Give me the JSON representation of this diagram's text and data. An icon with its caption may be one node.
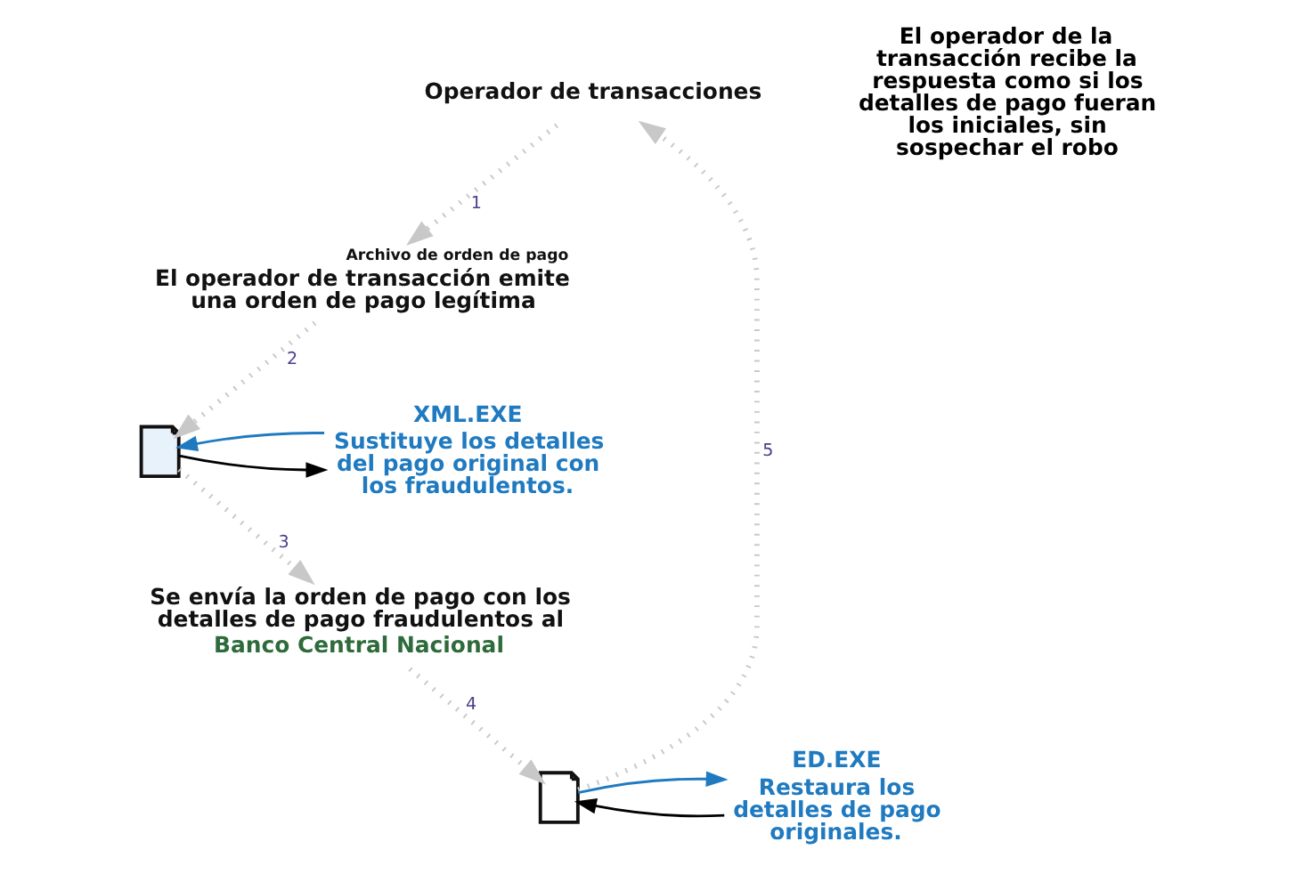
{
  "diagram": {
    "nodes": [
      {
        "text": [
          "Operador de transacciones"
        ]
      },
      {
        "text": [
          "El operador de transacción emite una orden de pago legítima"
        ],
        "beside": [
          "Archivo de orden de pago"
        ]
      },
      {
        "text": [],
        "shape": "document"
      },
      {
        "text": [
          "XML.EXE",
          "Sustituye los detalles del pago original con los fraudulentos."
        ]
      },
      {
        "text": [
          "Se envía la orden de pago con los detalles de pago fraudulentos al",
          "Banco Central Nacional"
        ]
      },
      {
        "text": [],
        "shape": "document"
      },
      {
        "text": [
          "ED.EXE",
          "Restaura los detalles de pago originales."
        ]
      }
    ],
    "edges": [
      {
        "from": 0,
        "to": 1,
        "arrow": "to",
        "label": "1",
        "style": "dashed"
      },
      {
        "from": 1,
        "to": 2,
        "arrow": "to",
        "label": "2",
        "style": "dashed"
      },
      {
        "from": 2,
        "to": 3,
        "arrow": "to",
        "color": "#000000"
      },
      {
        "from": 3,
        "to": 2,
        "arrow": "to",
        "color": "#1f7ac0"
      },
      {
        "from": 2,
        "to": 4,
        "arrow": "to",
        "label": "3",
        "style": "dashed"
      },
      {
        "from": 4,
        "to": 5,
        "arrow": "to",
        "label": "4",
        "style": "dashed"
      },
      {
        "from": 6,
        "to": 5,
        "arrow": "to",
        "color": "#000000"
      },
      {
        "from": 5,
        "to": 6,
        "arrow": "to",
        "color": "#1f7ac0"
      },
      {
        "from": 5,
        "to": 0,
        "arrow": "to",
        "label": "5",
        "style": "dashed"
      }
    ],
    "labels": [
      "El operador de la transacción recibe la respuesta como si los detalles de pago fueran los iniciales, sin sospechar el robo"
    ]
  }
}
